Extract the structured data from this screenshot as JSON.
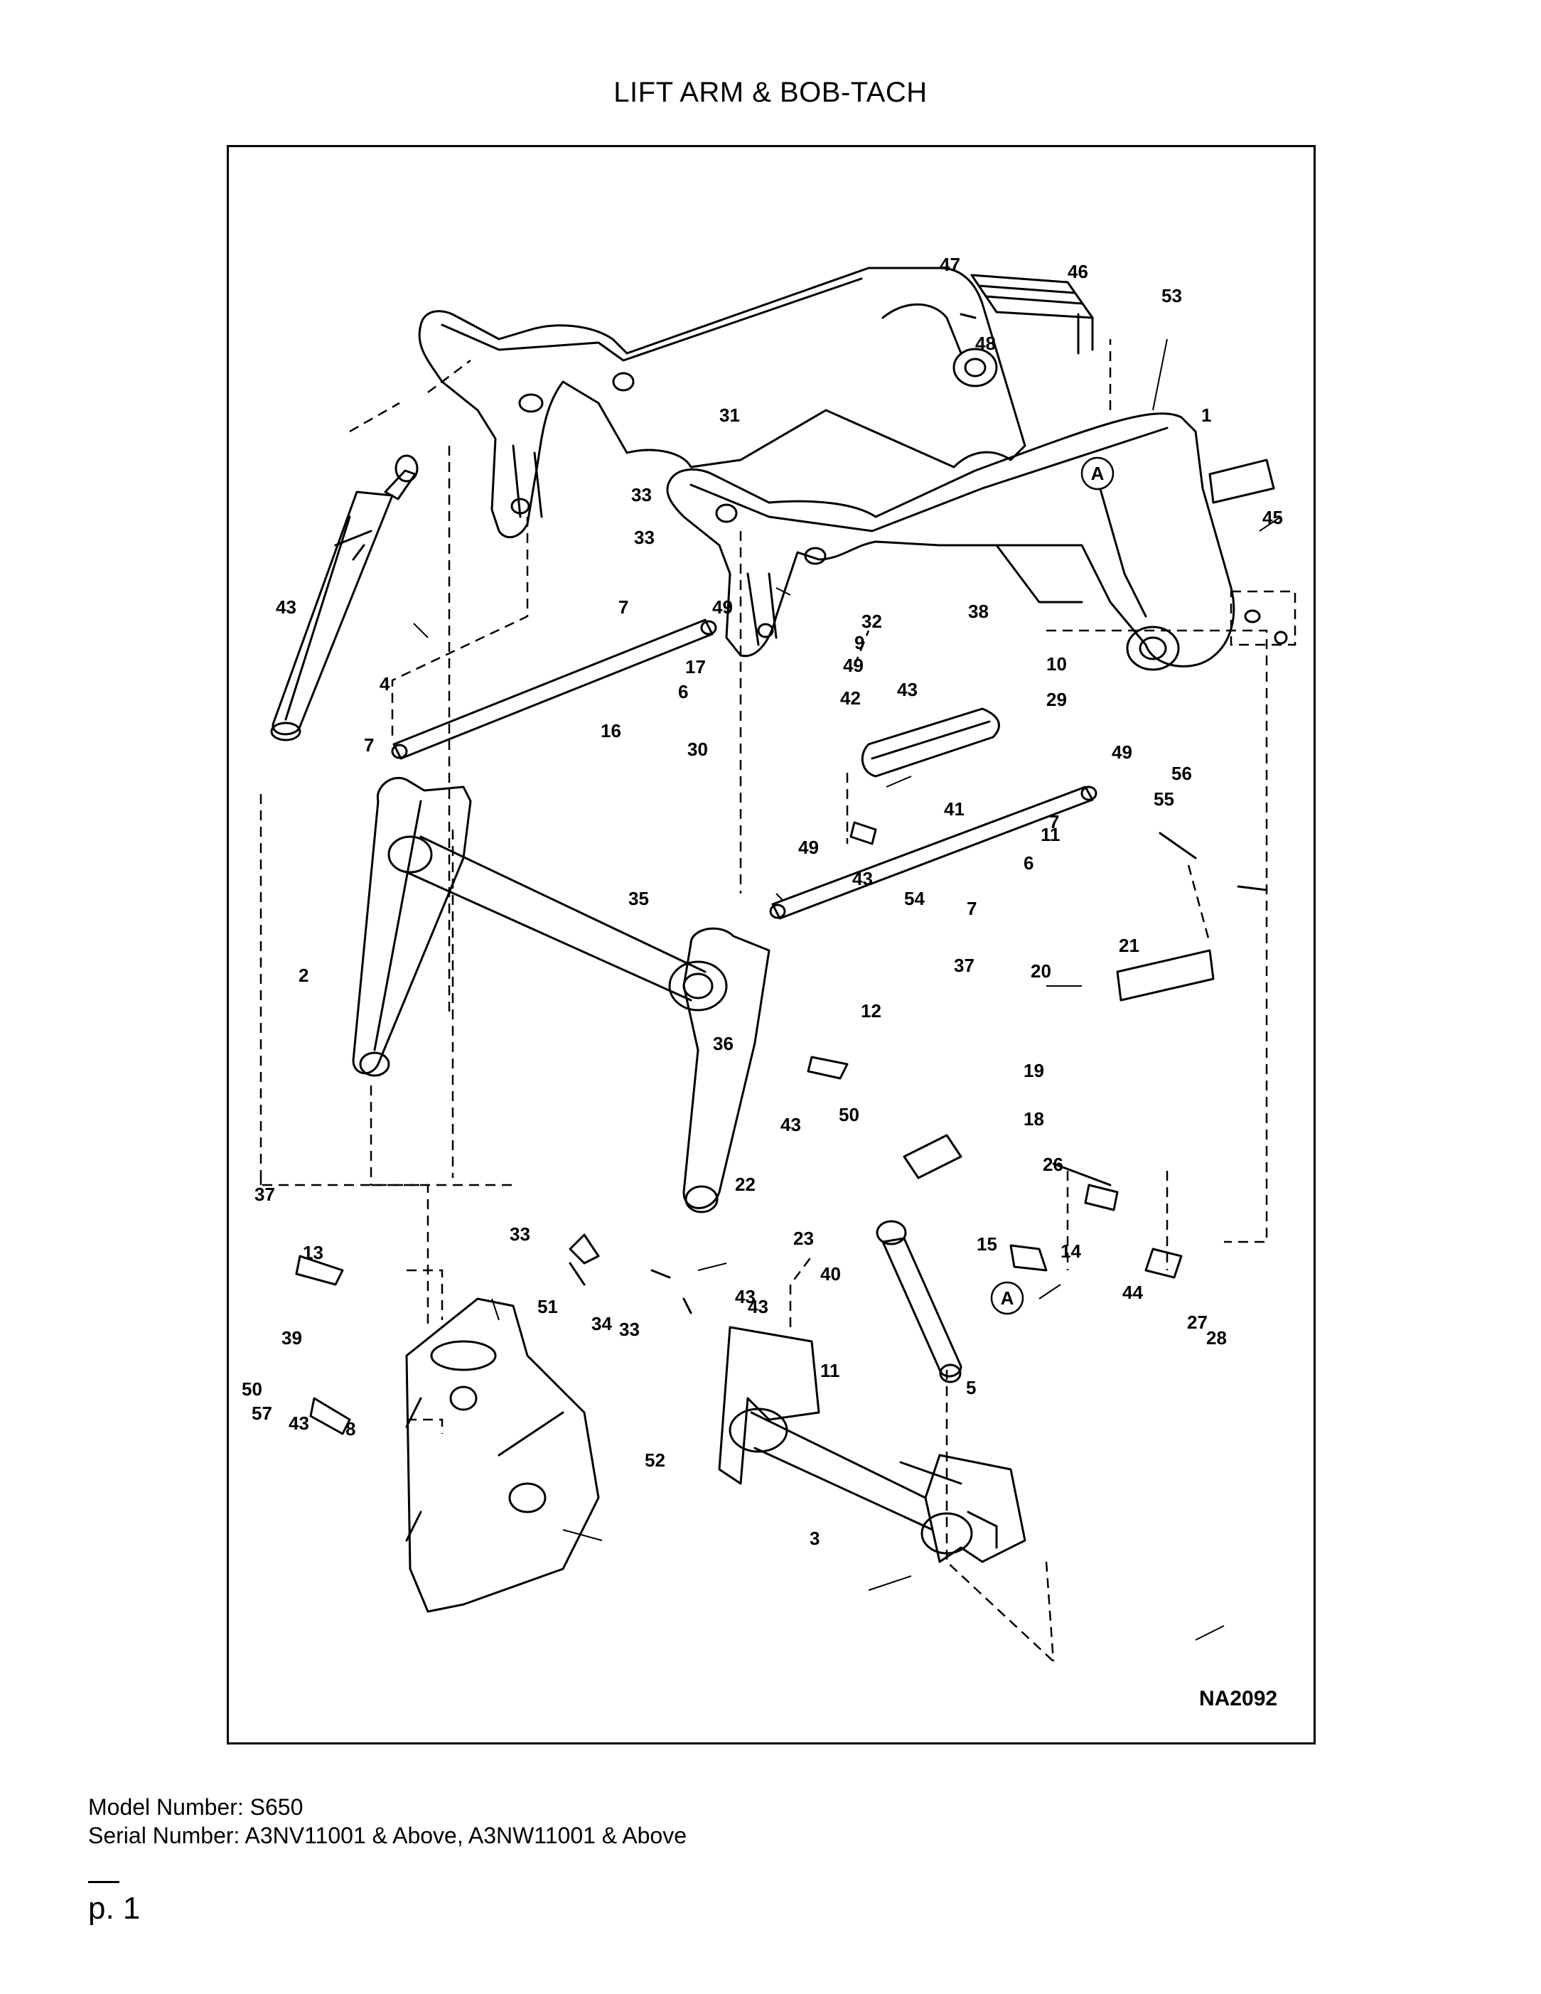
{
  "page": {
    "title": "LIFT ARM & BOB-TACH",
    "drawing_code": "NA2092",
    "model_number": "Model Number: S650",
    "serial_number": "Serial Number: A3NV11001 & Above, A3NW11001 & Above",
    "page_number": "p. 1"
  },
  "diagram": {
    "reference_label": "A",
    "callouts": [
      "47",
      "46",
      "53",
      "48",
      "1",
      "31",
      "33",
      "45",
      "33",
      "7",
      "49",
      "38",
      "32",
      "9",
      "43",
      "4",
      "49",
      "10",
      "17",
      "29",
      "16",
      "6",
      "42",
      "43",
      "7",
      "30",
      "49",
      "56",
      "41",
      "55",
      "7",
      "11",
      "49",
      "6",
      "43",
      "54",
      "7",
      "35",
      "21",
      "20",
      "2",
      "37",
      "12",
      "36",
      "19",
      "43",
      "50",
      "18",
      "26",
      "37",
      "22",
      "13",
      "23",
      "33",
      "15",
      "14",
      "40",
      "43",
      "51",
      "34",
      "33",
      "44",
      "27",
      "28",
      "43",
      "39",
      "11",
      "5",
      "50",
      "57",
      "43",
      "8",
      "52",
      "3"
    ]
  }
}
